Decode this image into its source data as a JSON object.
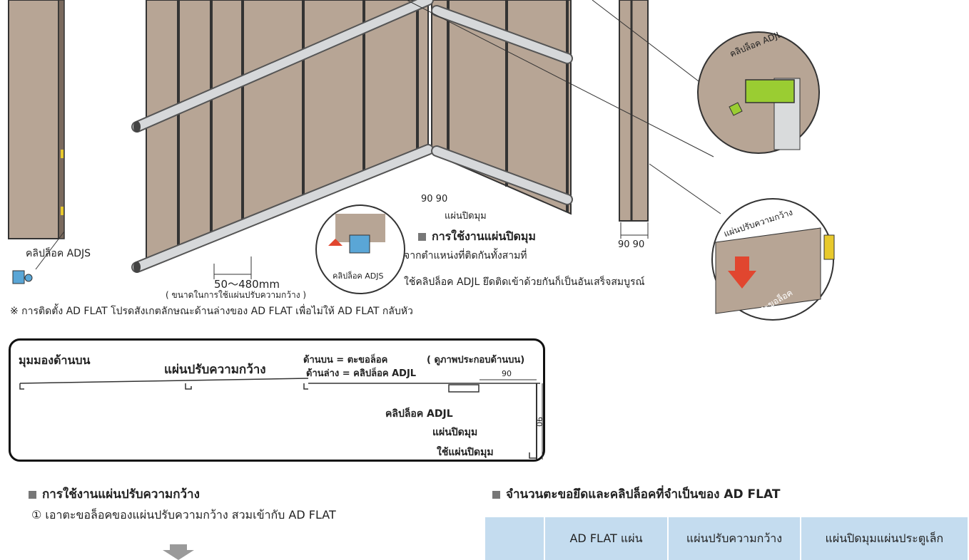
{
  "illustration": {
    "label_adjs_left": "คลิปล็อค ADJS",
    "dim_width_range": "50～480mm",
    "dim_width_note": "( ขนาดในการใช้แผ่นปรับความกว้าง )",
    "inset_adjs_label": "คลิปล็อค ADJS",
    "dim_corner_left": "90 90",
    "label_corner_panel": "แผ่นปิดมุม",
    "corner_usage_heading": "การใช้งานแผ่นปิดมุม",
    "corner_usage_line1": "จากตำแหน่งที่ติดกันทั้งสามที่",
    "corner_usage_line2": "ใช้คลิปล็อค ADJL ยึดติดเข้าด้วยกันก็เป็นอันเสร็จสมบูรณ์",
    "dim_corner_right": "90 90",
    "detail_adjl_label": "คลิปล็อค ADJL",
    "detail_width_adj_label": "แผ่นปรับความกว้าง",
    "detail_hook_label": "ตะขอล็อค"
  },
  "note": "※ การติดตั้ง AD FLAT โปรดสังเกตลักษณะด้านล่างของ  AD FLAT เพื่อไม่ให้ AD FLAT กลับหัว",
  "top_view": {
    "title": "มุมมองด้านบน",
    "width_adj": "แผ่นปรับความกว้าง",
    "legend_top": "ด้านบน = ตะขอล็อค",
    "legend_bottom": "ด้านล่าง = คลิปล็อค ADJL",
    "see_drawing": "( ดูภาพประกอบด้านบน)",
    "dim_90_h": "90",
    "dim_90_v": "90",
    "label_adjl": "คลิปล็อค ADJL",
    "label_corner": "แผ่นปิดมุม",
    "label_use_corner": "ใช้แผ่นปิดมุม"
  },
  "width_section": {
    "heading": "การใช้งานแผ่นปรับความกว้าง",
    "step1": "①  เอาตะขอล็อคของแผ่นปรับความกว้าง สวมเข้ากับ AD FLAT"
  },
  "quantity_section": {
    "heading": "จำนวนตะขอยึดและคลิปล็อคที่จำเป็นของ AD FLAT",
    "columns": [
      "",
      "AD FLAT แผ่น",
      "แผ่นปรับความกว้าง",
      "แผ่นปิดมุมแผ่นประตูเล็ก"
    ]
  },
  "colors": {
    "panel": "#b7a595",
    "pipe": "#d6d8da",
    "adjl_green": "#9acd32",
    "red_arrow": "#e1462f",
    "hook_yellow": "#e8c92c",
    "table_header": "#c4dcef"
  }
}
